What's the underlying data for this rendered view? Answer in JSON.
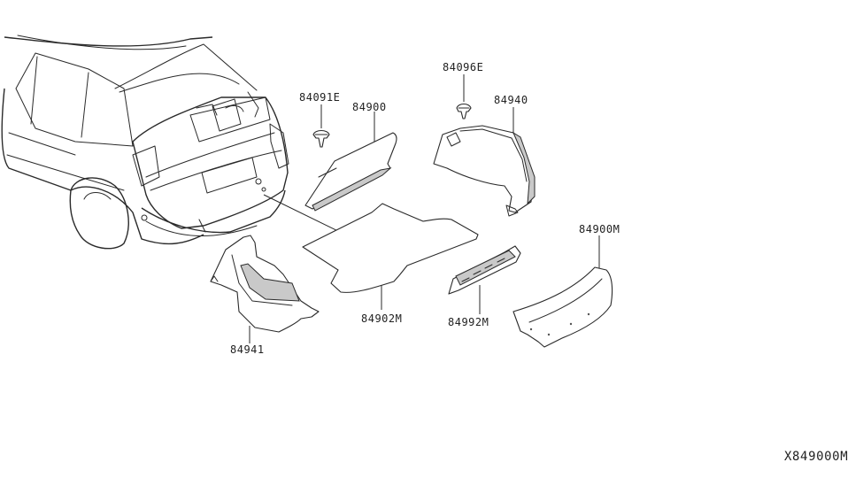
{
  "parts": {
    "clip_84091e": "84091E",
    "trim_84900": "84900",
    "clip_84096e": "84096E",
    "side_trim_84940": "84940",
    "finisher_84900m": "84900M",
    "floor_mat_84902m": "84902M",
    "rear_plate_84992m": "84992M",
    "side_trim_84941": "84941"
  },
  "diagram_code": "X849000M",
  "colors": {
    "line": "#2a2a2a",
    "fill_shade": "#c9c9c9",
    "background": "#ffffff"
  }
}
